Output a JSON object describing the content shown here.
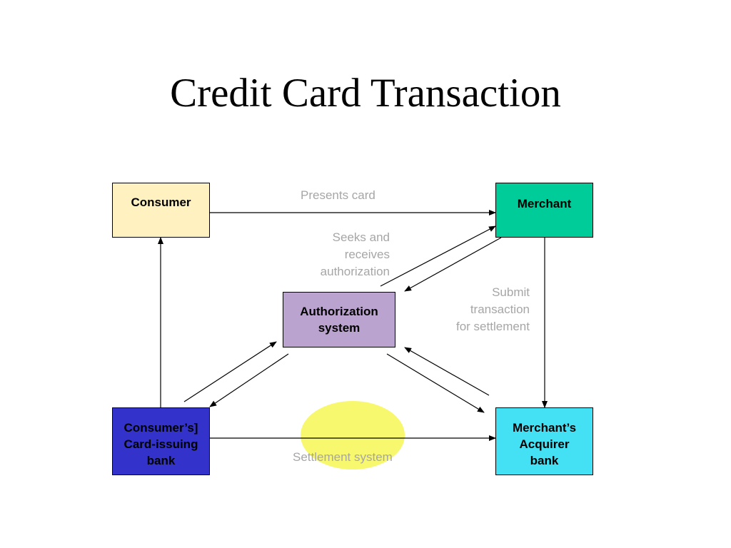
{
  "title": "Credit Card Transaction",
  "nodes": {
    "consumer": {
      "label": "Consumer",
      "color": "#FFF2C0"
    },
    "merchant": {
      "label": "Merchant",
      "color": "#00CC99"
    },
    "authorization": {
      "lines": [
        "Authorization",
        "system"
      ],
      "color": "#BBA3CF"
    },
    "issuing_bank": {
      "lines": [
        "Consumer’s]",
        "Card-issuing",
        "bank"
      ],
      "color": "#3333CC"
    },
    "acquirer_bank": {
      "lines": [
        "Merchant’s",
        "Acquirer",
        "bank"
      ],
      "color": "#44E1F5"
    }
  },
  "edge_labels": {
    "presents_card": "Presents card",
    "seeks_authorization": [
      "Seeks and",
      "receives",
      "authorization"
    ],
    "submit_transaction": [
      "Submit",
      "transaction",
      "for settlement"
    ],
    "settlement_system": "Settlement system"
  },
  "colors": {
    "highlight": "#F8F86E",
    "label_gray": "#A6A6A6",
    "arrow": "#000000"
  }
}
